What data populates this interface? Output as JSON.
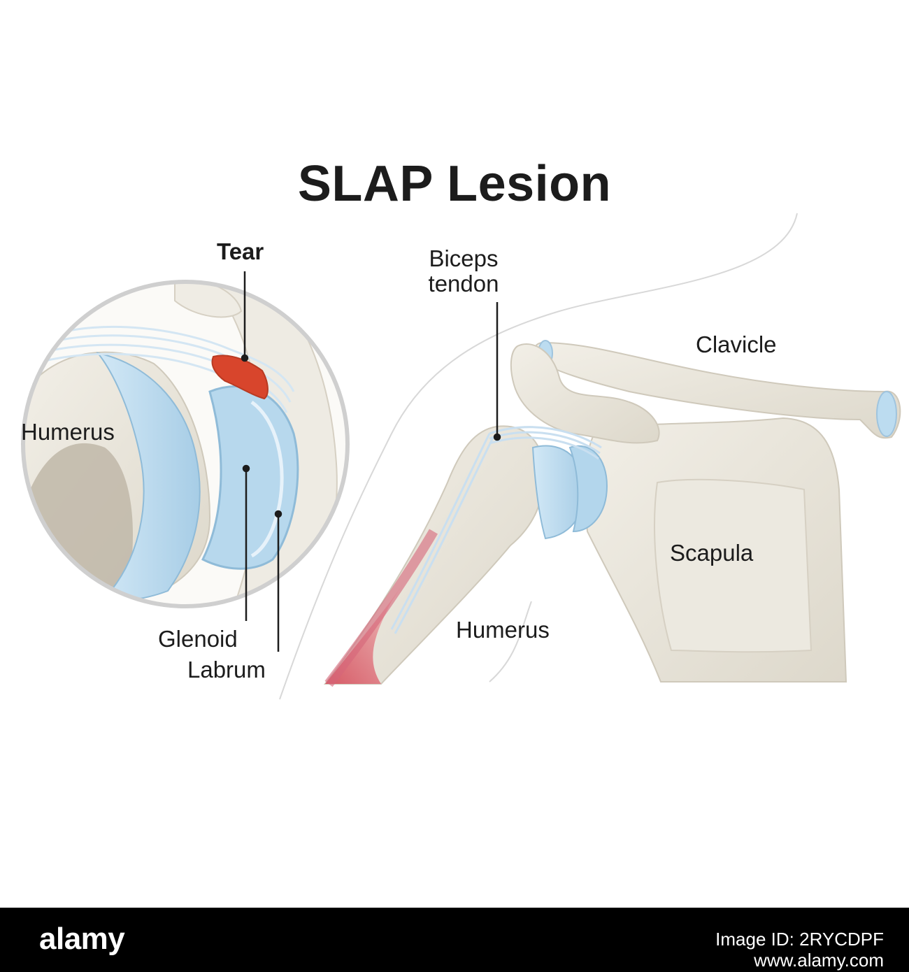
{
  "title": "SLAP Lesion",
  "labels": {
    "tear": "Tear",
    "humerus_inset": "Humerus",
    "glenoid": "Glenoid",
    "labrum": "Labrum",
    "biceps_line1": "Biceps",
    "biceps_line2": "tendon",
    "clavicle": "Clavicle",
    "scapula": "Scapula",
    "humerus_main": "Humerus"
  },
  "footer": {
    "brand": "alamy",
    "image_id_label": "Image ID: 2RYCDPF",
    "url": "www.alamy.com"
  },
  "colors": {
    "bone": "#ebe8df",
    "bone_shadow": "#d4cfc2",
    "cartilage": "#bcdcf0",
    "labrum": "#a9cfe8",
    "tear": "#d8452c",
    "muscle": "#d9707a",
    "footer": "#000000"
  }
}
